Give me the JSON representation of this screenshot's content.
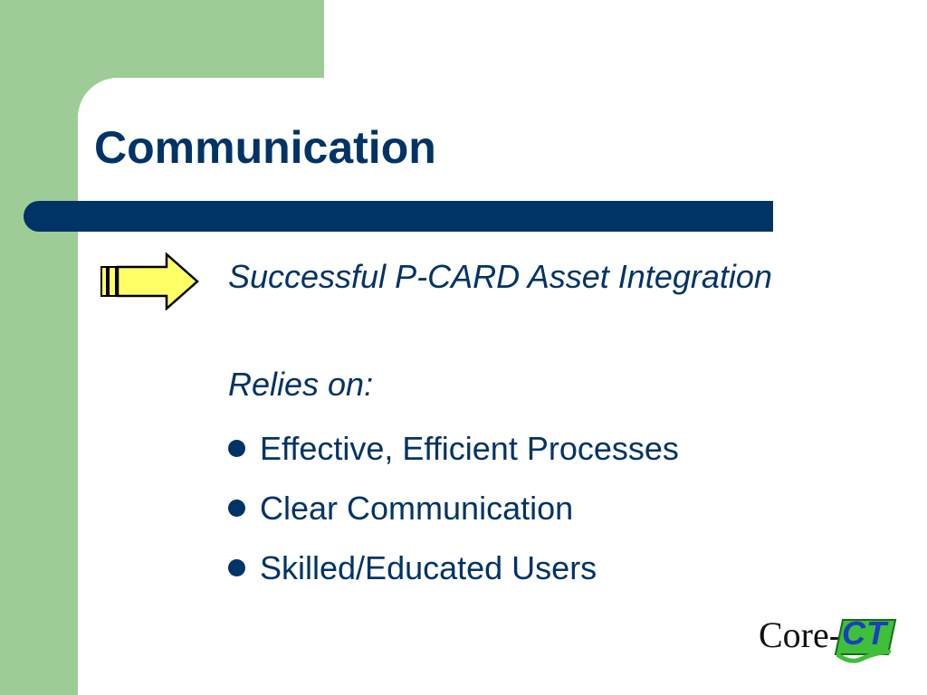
{
  "slide": {
    "title": "Communication",
    "headline": "Successful P-CARD Asset Integration",
    "subhead": "Relies on:",
    "bullets": [
      "Effective, Efficient Processes",
      "Clear Communication",
      "Skilled/Educated Users"
    ]
  },
  "logo": {
    "text": "Core-",
    "badge": "CT"
  },
  "icons": {
    "arrow": "right-arrow-icon",
    "bullet": "bullet-dot-icon"
  },
  "colors": {
    "navy": "#003366",
    "green": "#9dcc97",
    "arrow_fill": "#ffff66"
  }
}
